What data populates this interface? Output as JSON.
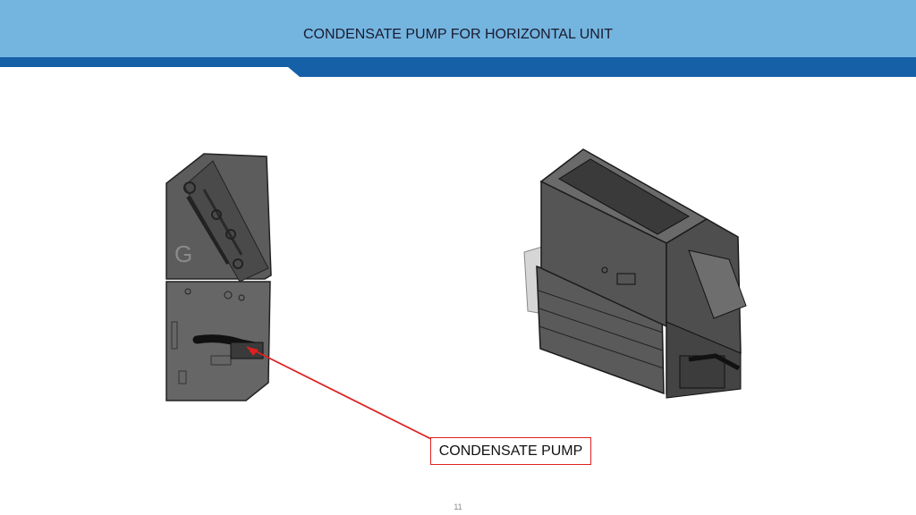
{
  "slide": {
    "title": "CONDENSATE PUMP FOR HORIZONTAL UNIT",
    "callout_label": "CONDENSATE PUMP",
    "page_number": "11",
    "side_panel_letter": "G"
  },
  "colors": {
    "header_light": "#74b5e0",
    "header_dark": "#1660a8",
    "callout_red": "#e02020",
    "part_gray": "#5a5a5a"
  }
}
